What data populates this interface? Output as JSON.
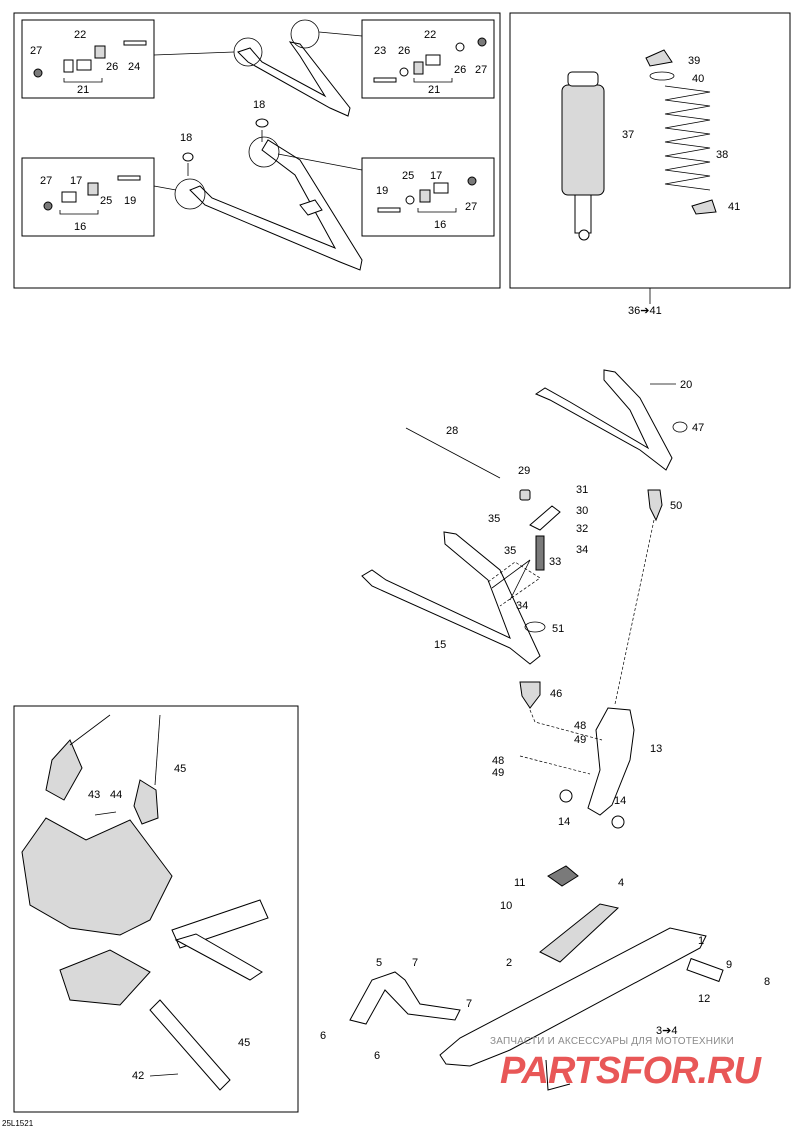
{
  "drawing_code": "25L1521",
  "watermark": {
    "tagline": "ЗАПЧАСТИ И АКСЕССУАРЫ ДЛЯ МОТОТЕХНИКИ",
    "logo": "PARTSFOR.RU"
  },
  "shock_kit_reference": "36➔41",
  "callouts": {
    "c1": "27",
    "c2": "22",
    "c3": "26",
    "c4": "24",
    "c5": "21",
    "c6": "23",
    "c7": "26",
    "c8": "22",
    "c9": "26",
    "c10": "27",
    "c11": "21",
    "c12": "18",
    "c13": "18",
    "c14": "27",
    "c15": "17",
    "c16": "25",
    "c17": "19",
    "c18": "16",
    "c19": "19",
    "c20": "25",
    "c21": "17",
    "c22": "27",
    "c23": "16",
    "c24": "39",
    "c25": "40",
    "c26": "37",
    "c27": "38",
    "c28": "41",
    "c29": "20",
    "c30": "47",
    "c31": "50",
    "c32": "28",
    "c33": "29",
    "c34": "31",
    "c35": "30",
    "c36": "32",
    "c37": "35",
    "c38": "35",
    "c39": "34",
    "c40": "33",
    "c41": "34",
    "c42": "15",
    "c43": "51",
    "c44": "46",
    "c45": "48",
    "c46": "49",
    "c47": "13",
    "c48": "48",
    "c49": "49",
    "c50": "14",
    "c51": "14",
    "c52": "11",
    "c53": "4",
    "c54": "10",
    "c55": "1",
    "c56": "2",
    "c57": "9",
    "c58": "8",
    "c59": "12",
    "c60": "5",
    "c61": "7",
    "c62": "7",
    "c63": "6",
    "c64": "6",
    "c65": "3➔4",
    "c66": "45",
    "c67": "43",
    "c68": "44",
    "c69": "45",
    "c70": "42"
  }
}
